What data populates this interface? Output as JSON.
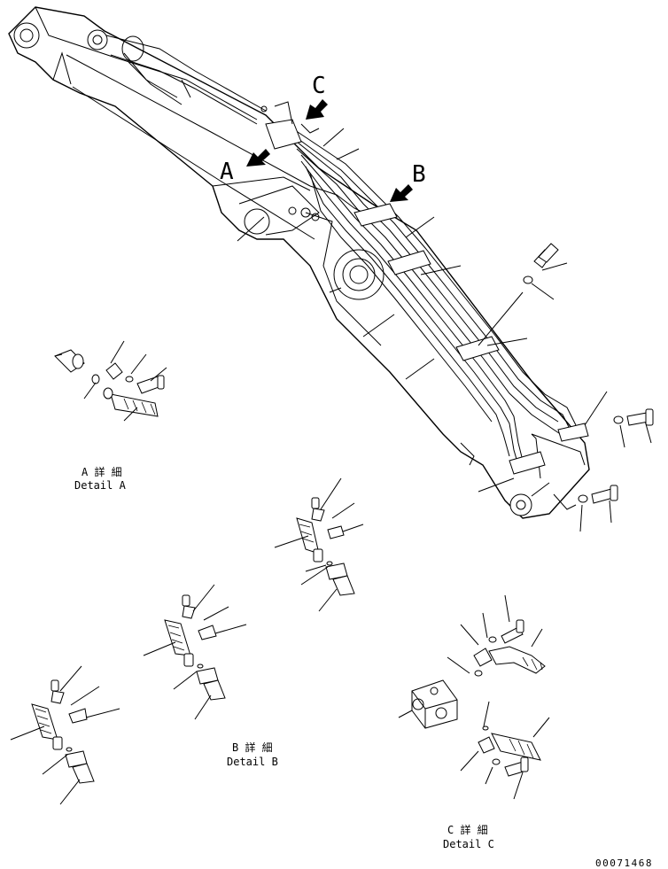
{
  "callouts": {
    "a": "A",
    "b": "B",
    "c": "C"
  },
  "details": {
    "a": {
      "jp": "A 詳 細",
      "en": "Detail A"
    },
    "b": {
      "jp": "B 詳 細",
      "en": "Detail B"
    },
    "c": {
      "jp": "C 詳 細",
      "en": "Detail C"
    }
  },
  "drawing_number": "00071468"
}
